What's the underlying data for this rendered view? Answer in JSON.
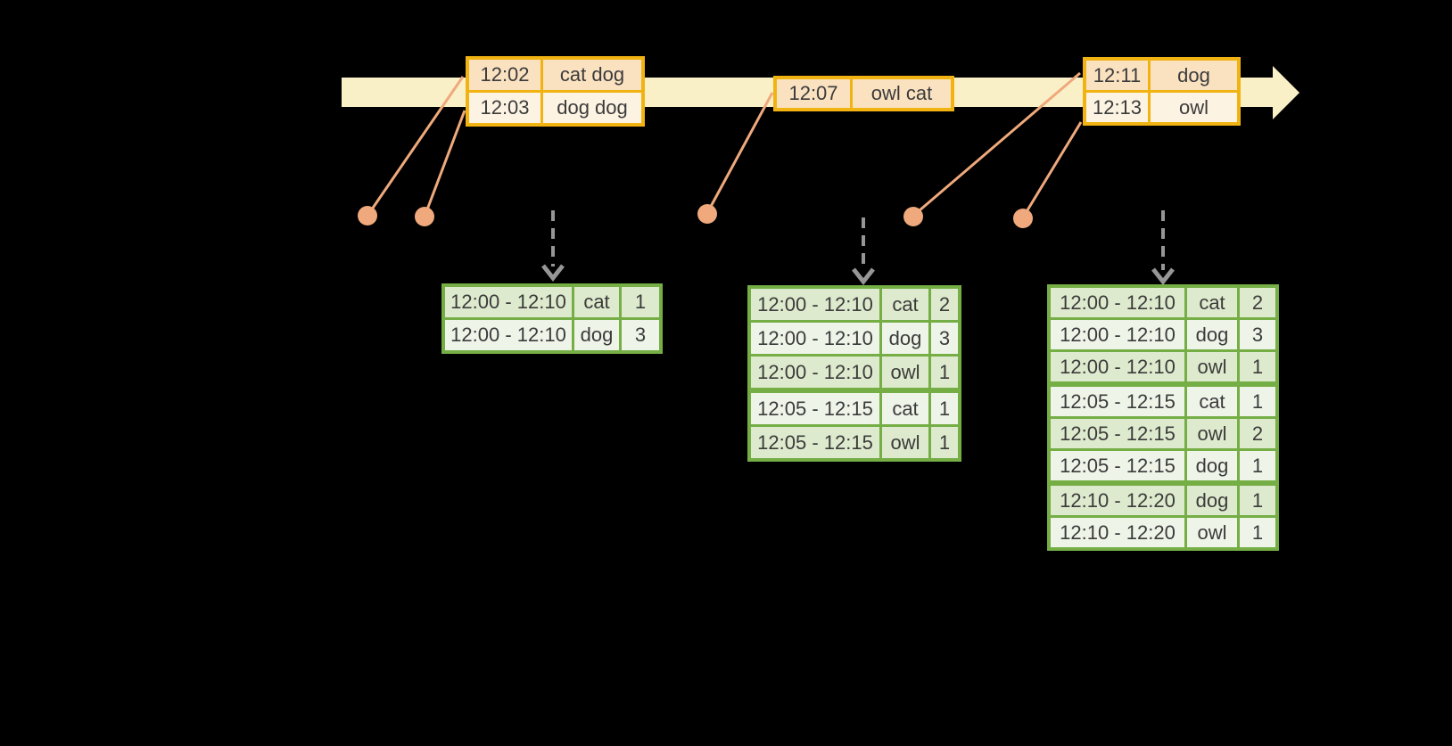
{
  "diagram": {
    "background": "#000000",
    "colors": {
      "timeline_band": "#FAF0C8",
      "event_border": "#F1B312",
      "event_row_dark": "#FAE2C1",
      "event_row_light": "#FDF3E3",
      "connector_orange": "#EFA97C",
      "result_border": "#74AE45",
      "result_row_dark": "#DEEACD",
      "result_row_light": "#EFF4E9",
      "trigger_arrow_gray": "#969696",
      "text": "#3B3B3B"
    },
    "event_tables": [
      {
        "rows": [
          {
            "time": "12:02",
            "words": "cat dog"
          },
          {
            "time": "12:03",
            "words": "dog dog"
          }
        ]
      },
      {
        "rows": [
          {
            "time": "12:07",
            "words": "owl cat"
          }
        ]
      },
      {
        "rows": [
          {
            "time": "12:11",
            "words": "dog"
          },
          {
            "time": "12:13",
            "words": "owl"
          }
        ]
      }
    ],
    "result_tables": [
      {
        "rows": [
          {
            "window": "12:00 - 12:10",
            "word": "cat",
            "count": "1"
          },
          {
            "window": "12:00 - 12:10",
            "word": "dog",
            "count": "3"
          }
        ]
      },
      {
        "rows": [
          {
            "window": "12:00 - 12:10",
            "word": "cat",
            "count": "2"
          },
          {
            "window": "12:00 - 12:10",
            "word": "dog",
            "count": "3"
          },
          {
            "window": "12:00 - 12:10",
            "word": "owl",
            "count": "1"
          },
          {
            "window": "12:05 - 12:15",
            "word": "cat",
            "count": "1"
          },
          {
            "window": "12:05 - 12:15",
            "word": "owl",
            "count": "1"
          }
        ]
      },
      {
        "rows": [
          {
            "window": "12:00 - 12:10",
            "word": "cat",
            "count": "2"
          },
          {
            "window": "12:00 - 12:10",
            "word": "dog",
            "count": "3"
          },
          {
            "window": "12:00 - 12:10",
            "word": "owl",
            "count": "1"
          },
          {
            "window": "12:05 - 12:15",
            "word": "cat",
            "count": "1"
          },
          {
            "window": "12:05 - 12:15",
            "word": "owl",
            "count": "2"
          },
          {
            "window": "12:05 - 12:15",
            "word": "dog",
            "count": "1"
          },
          {
            "window": "12:10 - 12:20",
            "word": "dog",
            "count": "1"
          },
          {
            "window": "12:10 - 12:20",
            "word": "owl",
            "count": "1"
          }
        ]
      }
    ]
  }
}
